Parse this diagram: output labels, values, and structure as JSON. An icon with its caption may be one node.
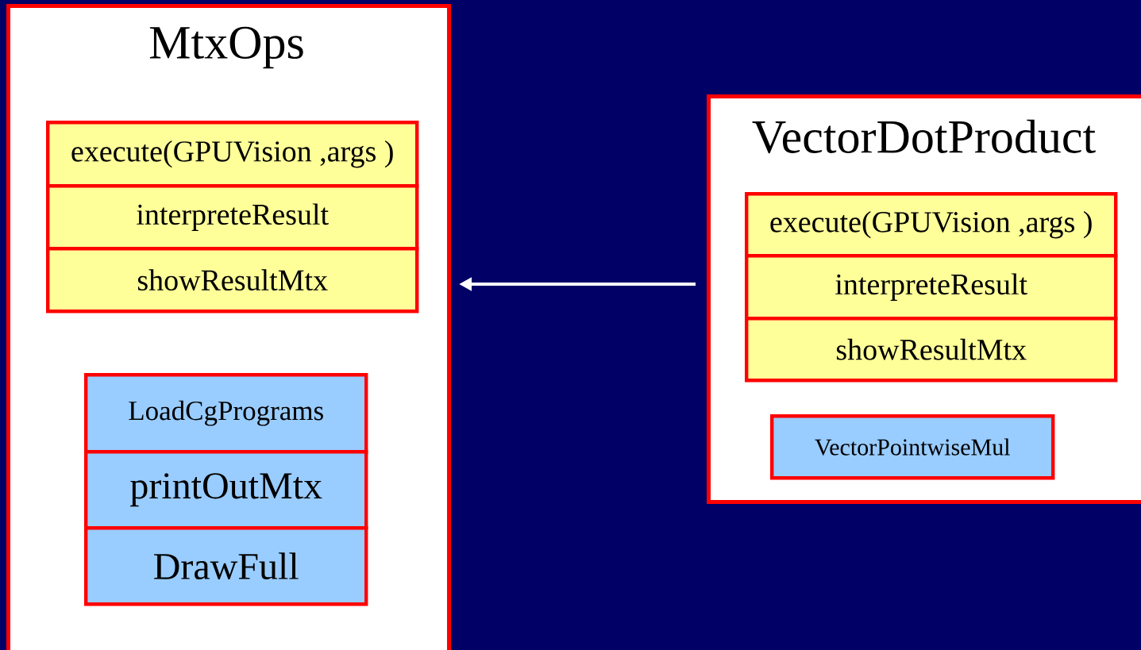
{
  "diagram": {
    "nodes": [
      {
        "text": [
          "MtxOps"
        ]
      },
      {
        "text": [
          "execute(GPUVision ,args )"
        ],
        "in": 0
      },
      {
        "text": [
          "interpreteResult"
        ],
        "in": 0
      },
      {
        "text": [
          "showResultMtx"
        ],
        "in": 0
      },
      {
        "text": [
          "LoadCgPrograms"
        ],
        "in": 0
      },
      {
        "text": [
          "printOutMtx"
        ],
        "in": 0
      },
      {
        "text": [
          "DrawFull"
        ],
        "in": 0
      },
      {
        "text": [
          "VectorDotProduct"
        ]
      },
      {
        "text": [
          "execute(GPUVision ,args )"
        ],
        "in": 7
      },
      {
        "text": [
          "interpreteResult"
        ],
        "in": 7
      },
      {
        "text": [
          "showResultMtx"
        ],
        "in": 7
      },
      {
        "text": [
          "VectorPointwiseMul"
        ],
        "in": 7
      }
    ],
    "edges": [
      {
        "from": 7,
        "to": 0,
        "arrow": "to",
        "color": "#ffffff"
      }
    ]
  }
}
